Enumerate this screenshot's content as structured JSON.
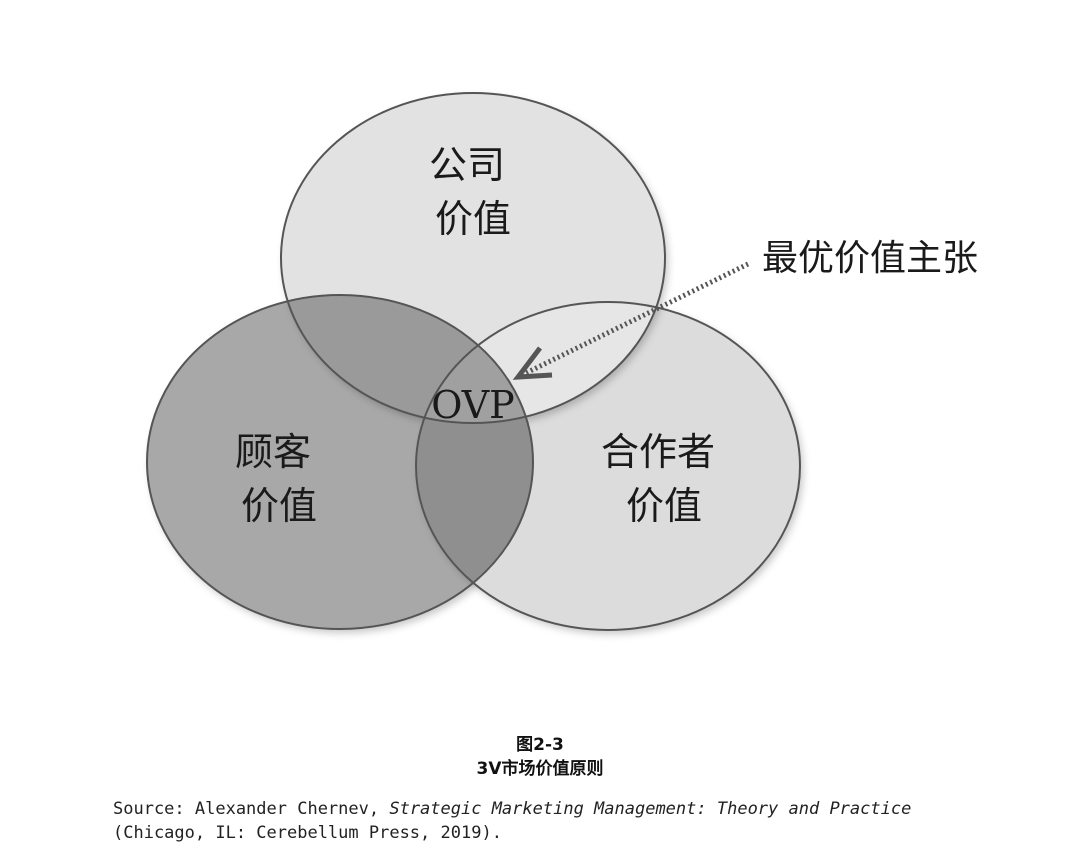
{
  "diagram": {
    "circles": [
      {
        "id": "company",
        "lines": [
          "公司",
          "价值"
        ],
        "fill": "#e2e2e2"
      },
      {
        "id": "customer",
        "lines": [
          "顾客",
          "价值"
        ],
        "fill": "#a8a8a8"
      },
      {
        "id": "collaborator",
        "lines": [
          "合作者",
          "价值"
        ],
        "fill": "#dcdcdc"
      }
    ],
    "center_label": "OVP",
    "callout_label": "最优价值主张",
    "colors": {
      "stroke": "#555555",
      "overlap_company_customer": "#9a9a9a",
      "overlap_customer_collaborator": "#8f8f8f",
      "overlap_company_collaborator": "#e6e6e6",
      "overlap_all": "#a0a0a0",
      "arrow": "#555555"
    }
  },
  "caption": {
    "figure_number": "图2-3",
    "figure_title": "3V市场价值原则"
  },
  "source": {
    "prefix": "Source: Alexander Chernev, ",
    "book_title": "Strategic Marketing Management: Theory and Practice",
    "publisher_line": "(Chicago, IL: Cerebellum Press, 2019)."
  }
}
